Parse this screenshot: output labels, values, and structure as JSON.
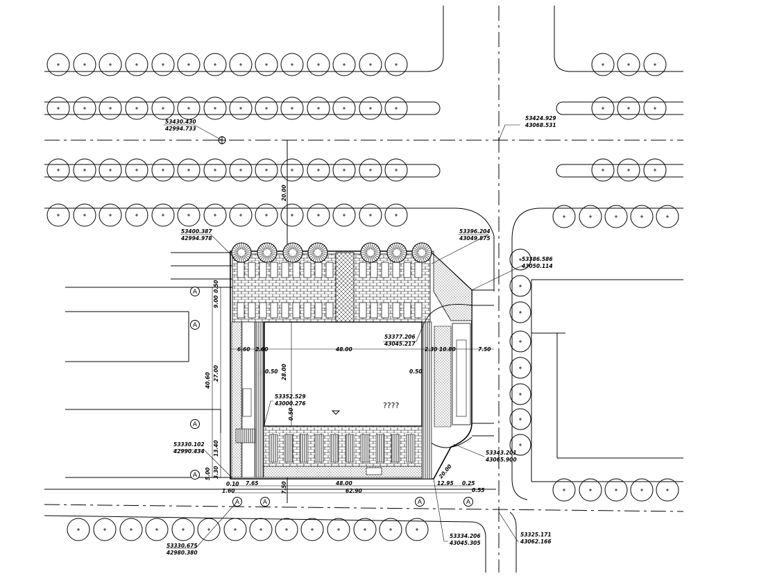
{
  "drawing": {
    "building_label": "????",
    "axis_marker": "A",
    "colors": {
      "line": "#000000",
      "background": "#ffffff"
    }
  },
  "coordinates": [
    {
      "id": "c1",
      "n": "53430.430",
      "e": "42994.733"
    },
    {
      "id": "c2",
      "n": "53424.929",
      "e": "43068.531"
    },
    {
      "id": "c3",
      "n": "53400.387",
      "e": "42994.978"
    },
    {
      "id": "c4",
      "n": "53396.204",
      "e": "43049.875"
    },
    {
      "id": "c5",
      "n": "53386.586",
      "e": "43050.114"
    },
    {
      "id": "c6",
      "n": "53377.206",
      "e": "43045.217"
    },
    {
      "id": "c7",
      "n": "53352.529",
      "e": "43000.276"
    },
    {
      "id": "c8",
      "n": "53330.102",
      "e": "42990.434"
    },
    {
      "id": "c9",
      "n": "53343.201",
      "e": "43065.900"
    },
    {
      "id": "c10",
      "n": "53330.675",
      "e": "42980.380"
    },
    {
      "id": "c11",
      "n": "53334.206",
      "e": "43045.305"
    },
    {
      "id": "c12",
      "n": "53325.171",
      "e": "43062.166"
    }
  ],
  "dimensions": [
    {
      "id": "d1",
      "text": "20.00"
    },
    {
      "id": "d2",
      "text": "9.00"
    },
    {
      "id": "d3",
      "text": "0.50"
    },
    {
      "id": "d4",
      "text": "27.00"
    },
    {
      "id": "d5",
      "text": "40.60"
    },
    {
      "id": "d6",
      "text": "13.40"
    },
    {
      "id": "d7",
      "text": "5.00"
    },
    {
      "id": "d8",
      "text": "3.30"
    },
    {
      "id": "d9",
      "text": "6.60"
    },
    {
      "id": "d10",
      "text": "2.60"
    },
    {
      "id": "d11",
      "text": "48.00"
    },
    {
      "id": "d12",
      "text": "2.30"
    },
    {
      "id": "d13",
      "text": "10.80"
    },
    {
      "id": "d14",
      "text": "7.50"
    },
    {
      "id": "d15",
      "text": "0.50"
    },
    {
      "id": "d16",
      "text": "0.50"
    },
    {
      "id": "d17",
      "text": "28.00"
    },
    {
      "id": "d18",
      "text": "0.50"
    },
    {
      "id": "d19",
      "text": "0.10"
    },
    {
      "id": "d20",
      "text": "7.65"
    },
    {
      "id": "d21",
      "text": "48.00"
    },
    {
      "id": "d22",
      "text": "0.25"
    },
    {
      "id": "d23",
      "text": "1.60"
    },
    {
      "id": "d24",
      "text": "62.90"
    },
    {
      "id": "d25",
      "text": "0.55"
    },
    {
      "id": "d26",
      "text": "7.50"
    },
    {
      "id": "d27",
      "text": "12.95"
    },
    {
      "id": "d28",
      "text": "20.00"
    }
  ]
}
